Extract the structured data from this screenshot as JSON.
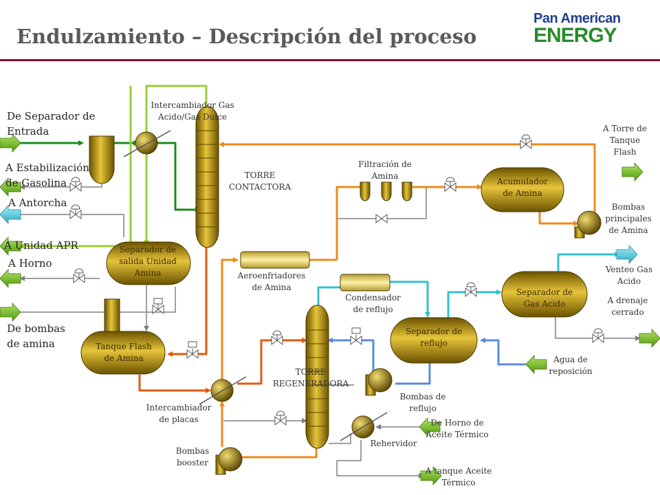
{
  "title": "Endulzamiento – Descripción del proceso",
  "logo": {
    "line1": "Pan American",
    "line2": "ENERGY"
  },
  "colors": {
    "green": "#1a8a1a",
    "lime": "#9acd32",
    "orange": "#ee8a1a",
    "darkorange": "#e05a10",
    "blue": "#5a8ae0",
    "cyan": "#30c0d0",
    "gray": "#808080",
    "vessel": "#b8960a",
    "title": "#5a5a5a",
    "divider": "#7b1020"
  },
  "labels": {
    "de_separador": "De Separador de\nEntrada",
    "a_estabilizacion": "A Estabilización\nde Gasolina",
    "a_antorcha": "A Antorcha",
    "a_unidad_apr": "A Unidad APR",
    "a_horno": "A Horno",
    "de_bombas_amina": "De bombas\nde amina",
    "intercambiador_gas": "Intercambiador Gas\nAcido/Gas Dulce",
    "torre_contactora": "TORRE\nCONTACTORA",
    "separador_salida": "Separador de\nsalida Unidad\nAmina",
    "tanque_flash": "Tanque Flash\nde Amina",
    "aeroenfriadores": "Aeroenfriadores\nde Amina",
    "filtracion": "Filtración de\nAmina",
    "acumulador": "Acumulador\nde Amina",
    "a_torre_tanque": "A Torre de\nTanque\nFlash",
    "bombas_principales": "Bombas\nprincipales\nde Amina",
    "venteo": "Venteo Gas\nAcido",
    "a_drenaje": "A drenaje\ncerrado",
    "separador_gas_acido": "Separador de\nGas Acido",
    "condensador": "Condensador\nde reflujo",
    "separador_reflujo": "Separador de\nreflujo",
    "agua_reposicion": "Agua de\nreposición",
    "torre_regeneradora": "TORRE\nREGENERADORA",
    "bombas_reflujo": "Bombas de\nreflujo",
    "intercambiador_placas": "Intercambiador\nde placas",
    "bombas_booster": "Bombas\nbooster",
    "rehervidor": "Rehervidor",
    "de_horno": "De Horno de\nAceite Térmico",
    "a_tanque_aceite": "A tanque Aceite\nTérmico"
  }
}
